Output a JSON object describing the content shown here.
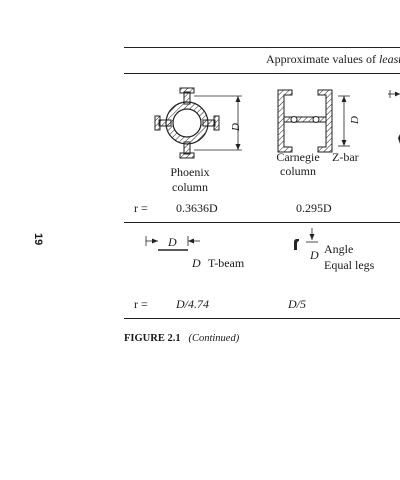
{
  "page": {
    "number": "19"
  },
  "table": {
    "header_prefix": "Approximate values of ",
    "header_italic": "least",
    "row1": {
      "r_label": "r =",
      "items": [
        {
          "name_line1": "Phoenix",
          "name_line2": "column",
          "dim": "D",
          "r_value": "0.3636D"
        },
        {
          "name_line1": "Carnegie",
          "name_line2": "column",
          "dim": "D",
          "r_value": "0.295D"
        },
        {
          "name_line1": "Z-bar",
          "name_line2": "",
          "dim": "",
          "r_value": ""
        }
      ]
    },
    "row2": {
      "r_label": "r =",
      "items": [
        {
          "name": "T-beam",
          "dim_top": "D",
          "dim_side": "D",
          "r_value": "D/4.74"
        },
        {
          "name_line1": "Angle",
          "name_line2": "Equal legs",
          "dim": "D",
          "r_value": "D/5"
        }
      ]
    }
  },
  "figure": {
    "label": "FIGURE 2.1",
    "note": "(Continued)"
  }
}
